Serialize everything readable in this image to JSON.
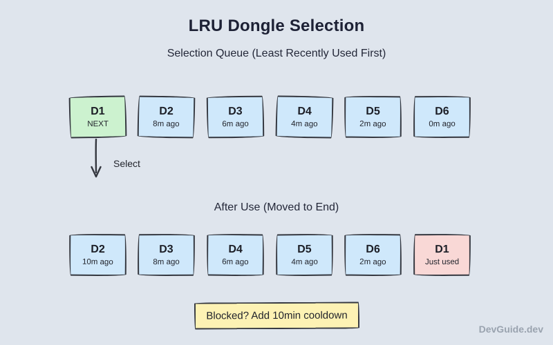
{
  "page": {
    "title": "LRU Dongle Selection",
    "watermark": "DevGuide.dev"
  },
  "queue_section": {
    "heading": "Selection Queue (Least Recently Used First)",
    "select_label": "Select",
    "boxes": [
      {
        "id": "D1",
        "sub": "NEXT",
        "variant": "green"
      },
      {
        "id": "D2",
        "sub": "8m ago",
        "variant": "blue"
      },
      {
        "id": "D3",
        "sub": "6m ago",
        "variant": "blue"
      },
      {
        "id": "D4",
        "sub": "4m ago",
        "variant": "blue"
      },
      {
        "id": "D5",
        "sub": "2m ago",
        "variant": "blue"
      },
      {
        "id": "D6",
        "sub": "0m ago",
        "variant": "blue"
      }
    ]
  },
  "after_section": {
    "heading": "After Use (Moved to End)",
    "boxes": [
      {
        "id": "D2",
        "sub": "10m ago",
        "variant": "blue"
      },
      {
        "id": "D3",
        "sub": "8m ago",
        "variant": "blue"
      },
      {
        "id": "D4",
        "sub": "6m ago",
        "variant": "blue"
      },
      {
        "id": "D5",
        "sub": "4m ago",
        "variant": "blue"
      },
      {
        "id": "D6",
        "sub": "2m ago",
        "variant": "blue"
      },
      {
        "id": "D1",
        "sub": "Just used",
        "variant": "pink"
      }
    ]
  },
  "note": {
    "label": "Blocked? Add 10min cooldown"
  },
  "colors": {
    "background": "#dfe5ed",
    "box_blue": "#cfe8fb",
    "box_green": "#ccf2cf",
    "box_pink": "#f9d8d6",
    "note_yellow": "#fdf2b4",
    "stroke": "#33363e",
    "watermark_gray": "#9aa3af"
  }
}
